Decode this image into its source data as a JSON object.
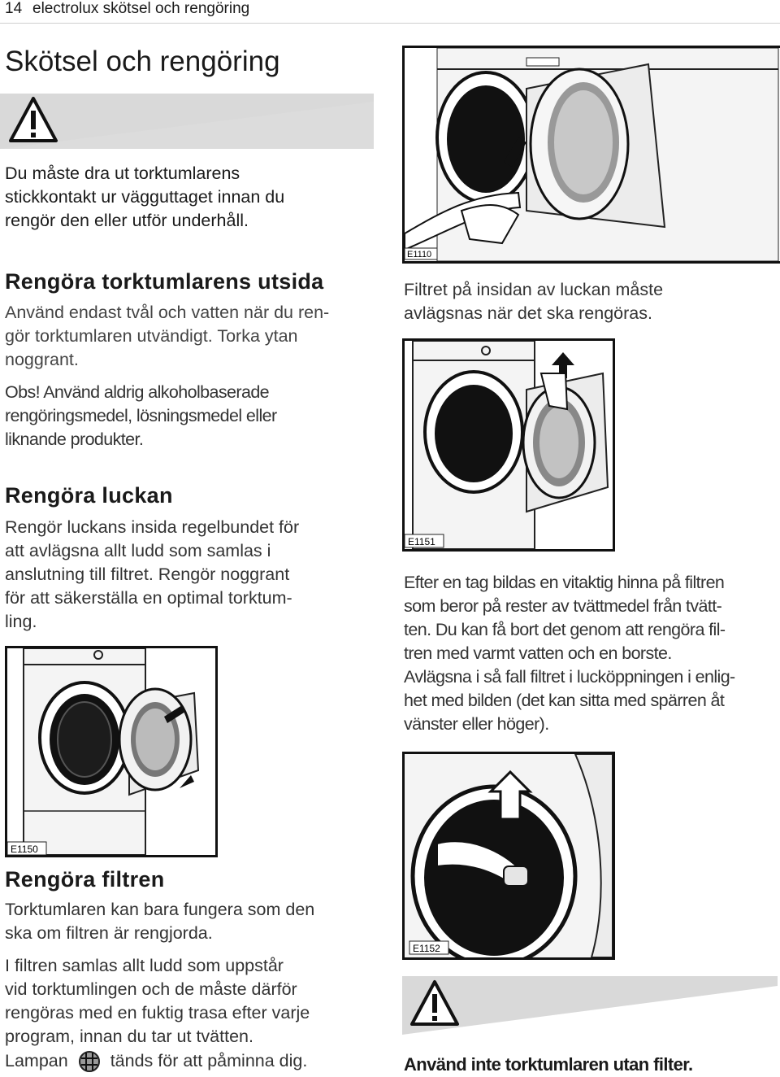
{
  "header": {
    "page_number": "14",
    "title": "electrolux skötsel och rengöring"
  },
  "section_title": "Skötsel och rengöring",
  "warning_top": {
    "lines": [
      "Du måste dra ut torktumlarens",
      "stickkontakt ur vägguttaget innan du",
      "rengör den eller utför underhåll."
    ]
  },
  "outside": {
    "heading": "Rengöra torktumlarens utsida",
    "lines": [
      "Använd endast tvål och vatten när du ren-",
      "gör torktumlaren utvändigt. Torka ytan",
      "noggrant."
    ],
    "note_lines": [
      "Obs! Använd aldrig alkoholbaserade",
      "rengöringsmedel, lösningsmedel eller",
      "liknande produkter."
    ]
  },
  "door": {
    "heading": "Rengöra luckan",
    "lines": [
      "Rengör luckans insida regelbundet för",
      "att avlägsna allt ludd som samlas i",
      "anslutning till filtret. Rengör noggrant",
      "för att säkerställa en optimal torktum-",
      "ling."
    ]
  },
  "filters": {
    "heading": "Rengöra filtren",
    "lines1": [
      "Torktumlaren kan bara fungera som den",
      "ska om filtren är rengjorda."
    ],
    "lines2": [
      "I filtren samlas allt ludd som uppstår",
      "vid torktumlingen och de måste därför",
      "rengöras med en fuktig trasa efter varje",
      "program, innan du tar ut tvätten."
    ],
    "lamp_before": "Lampan",
    "lamp_after": "tänds för att påminna dig."
  },
  "right": {
    "caption1_lines": [
      "Filtret på insidan av luckan måste",
      "avlägsnas när det ska rengöras."
    ],
    "caption2_lines": [
      "Efter en tag bildas en vitaktig hinna på filtren",
      "som beror på rester av tvättmedel från tvätt-",
      "ten. Du kan få bort det genom att rengöra fil-",
      "tren med varmt vatten och en borste.",
      "Avlägsna i så fall filtret i lucköppningen i enlig-",
      "het med bilden (det kan sitta med spärren åt",
      "vänster eller höger)."
    ],
    "warning_bottom": "Använd inte torktumlaren utan filter."
  },
  "figures": {
    "fig1": "E1110",
    "fig2": "E1151",
    "fig3": "E1150",
    "fig4": "E1152"
  },
  "icons": {
    "warning": "warning-triangle-icon",
    "lamp": "filter-lamp-icon",
    "arrow": "arrow-up-icon"
  }
}
